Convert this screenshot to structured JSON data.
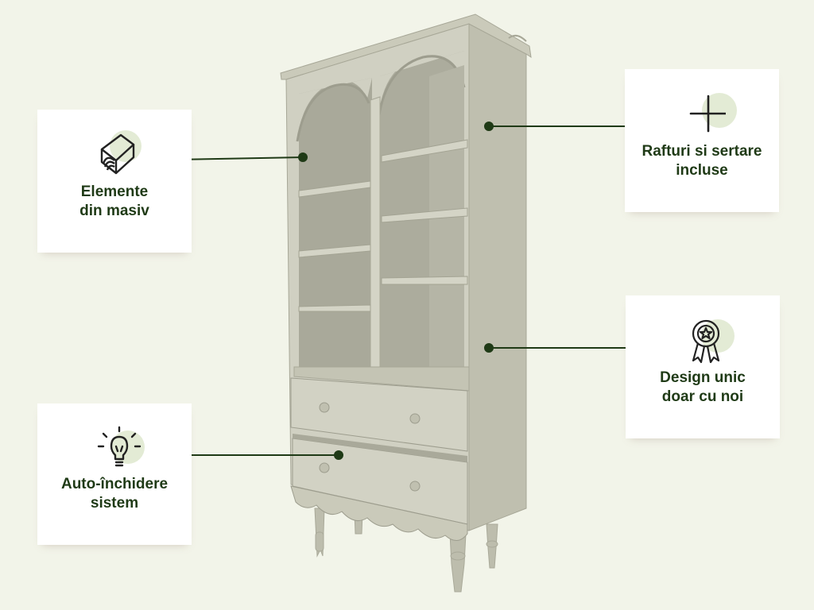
{
  "features": {
    "solid_wood": {
      "line1": "Elemente",
      "line2": "din masiv",
      "icon": "wood-log-icon"
    },
    "shelves": {
      "line1": "Rafturi si sertare",
      "line2": "incluse",
      "icon": "plus-icon"
    },
    "design": {
      "line1": "Design unic",
      "line2": "doar cu noi",
      "icon": "award-rosette-icon"
    },
    "auto_close": {
      "line1": "Auto-închidere",
      "line2": "sistem",
      "icon": "light-bulb-icon"
    }
  },
  "colors": {
    "background": "#f2f4e9",
    "card": "#ffffff",
    "text": "#1f3a16",
    "connector": "#1f3a16",
    "icon_highlight": "#e3ebd5",
    "cabinet": "#c8c8b8"
  }
}
